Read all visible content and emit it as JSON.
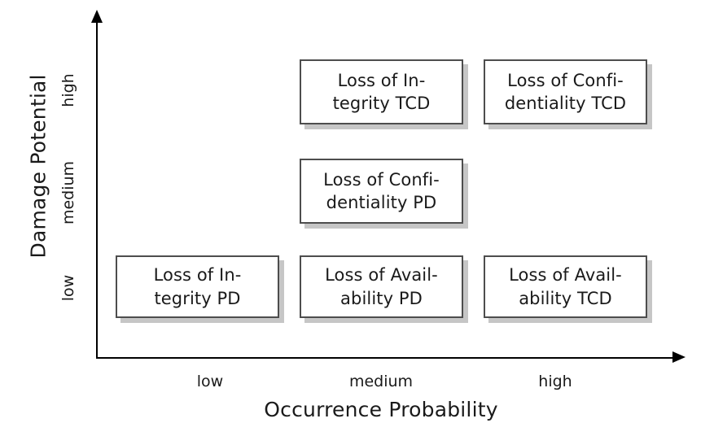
{
  "chart_data": {
    "type": "heatmap",
    "title": "",
    "xlabel": "Occurrence Probability",
    "ylabel": "Damage Potential",
    "x_categories": [
      "low",
      "medium",
      "high"
    ],
    "y_categories": [
      "low",
      "medium",
      "high"
    ],
    "grid": false,
    "legend": "none",
    "cells": [
      {
        "x": "medium",
        "y": "high",
        "line1": "Loss of In-",
        "line2": "tegrity TCD"
      },
      {
        "x": "high",
        "y": "high",
        "line1": "Loss of Confi-",
        "line2": "dentiality TCD"
      },
      {
        "x": "medium",
        "y": "medium",
        "line1": "Loss of Confi-",
        "line2": "dentiality PD"
      },
      {
        "x": "low",
        "y": "low",
        "line1": "Loss of In-",
        "line2": "tegrity PD"
      },
      {
        "x": "medium",
        "y": "low",
        "line1": "Loss of Avail-",
        "line2": "ability PD"
      },
      {
        "x": "high",
        "y": "low",
        "line1": "Loss of Avail-",
        "line2": "ability TCD"
      }
    ]
  },
  "axes": {
    "y_title": "Damage Potential",
    "x_title": "Occurrence Probability",
    "y_ticks": {
      "high": "high",
      "medium": "medium",
      "low": "low"
    },
    "x_ticks": {
      "low": "low",
      "medium": "medium",
      "high": "high"
    }
  },
  "colors": {
    "axis": "#000000",
    "box_border": "#4d4d4d",
    "box_fill": "#ffffff",
    "box_shadow": "#c6c6c6",
    "text": "#1a1a1a",
    "background": "#ffffff"
  }
}
